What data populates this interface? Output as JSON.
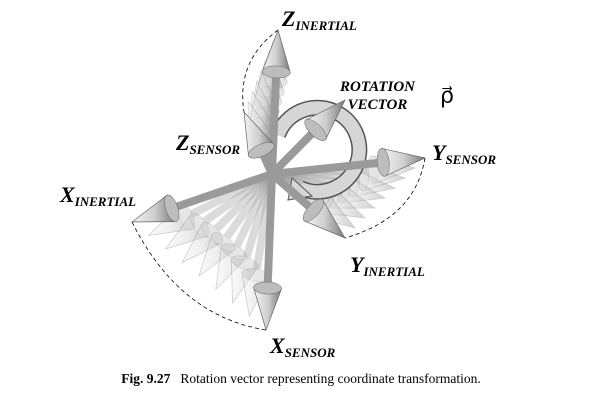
{
  "labels": {
    "z_inertial": {
      "main": "Z",
      "sub": "INERTIAL"
    },
    "z_sensor": {
      "main": "Z",
      "sub": "SENSOR"
    },
    "x_inertial": {
      "main": "X",
      "sub": "INERTIAL"
    },
    "x_sensor": {
      "main": "X",
      "sub": "SENSOR"
    },
    "y_inertial": {
      "main": "Y",
      "sub": "INERTIAL"
    },
    "y_sensor": {
      "main": "Y",
      "sub": "SENSOR"
    },
    "rotation_line1": "ROTATION",
    "rotation_line2": "VECTOR",
    "rho": "ρ⃗"
  },
  "caption": {
    "number": "Fig. 9.27",
    "text": "Rotation vector representing coordinate transformation."
  }
}
